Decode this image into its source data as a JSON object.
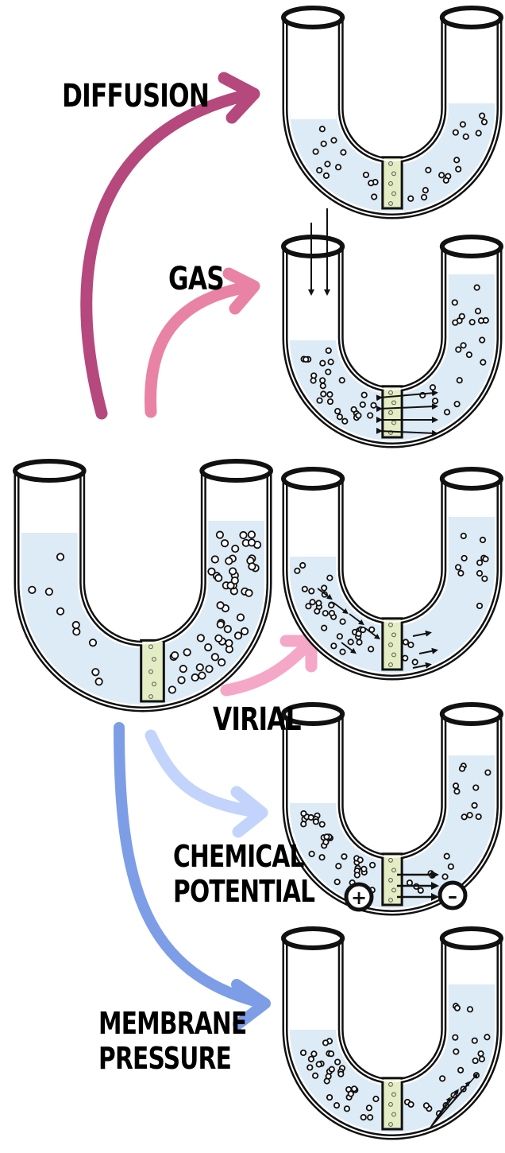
{
  "labels": {
    "diffusion": "DIFFUSION",
    "gas": "GAS",
    "virial": "VIRIAL",
    "chemical_line1": "CHEMICAL",
    "chemical_line2": "POTENTIAL",
    "membrane_line1": "MEMBRANE",
    "membrane_line2": "PRESSURE"
  },
  "electrodes": {
    "plus": "+",
    "minus": "–"
  },
  "colors": {
    "diffusion_arrow": "#b5487c",
    "gas_arrow": "#e983a6",
    "virial_arrow": "#f5a7c8",
    "chemical_arrow": "#c2d4fb",
    "membrane_arrow": "#7d9ee6",
    "water": "#dcebf6",
    "membrane_fill": "#e4ecc3",
    "outline": "#111111"
  }
}
